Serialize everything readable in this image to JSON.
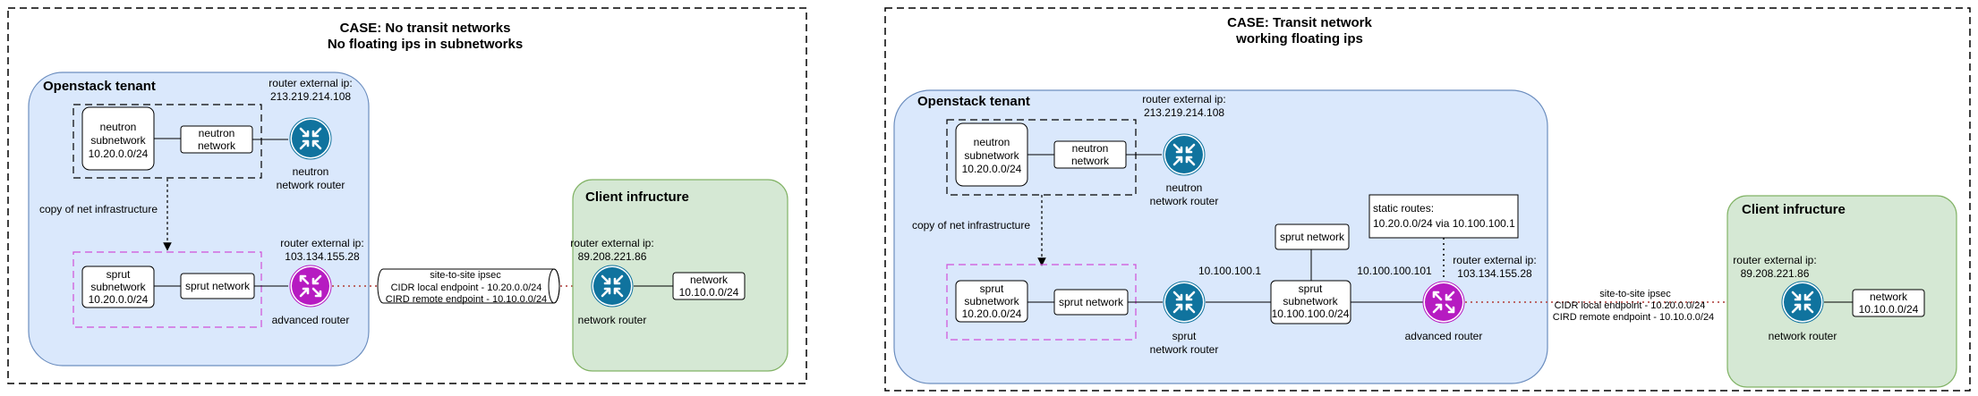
{
  "colors": {
    "tenant_fill": "#dae8fc",
    "tenant_stroke": "#6c8ebf",
    "client_fill": "#d5e8d4",
    "client_stroke": "#82b366",
    "router_blue": "#10739e",
    "router_purple": "#b61bc1",
    "purple_dash": "#d050d8",
    "link_red": "#b85450"
  },
  "left": {
    "case_title_1": "CASE: No transit networks",
    "case_title_2": "No floating ips in subnetworks",
    "tenant_title": "Openstack tenant",
    "neutron_router_ip_label": "router external ip:",
    "neutron_router_ip": "213.219.214.108",
    "neutron_subnetwork": [
      "neutron",
      "subnetwork",
      "10.20.0.0/24"
    ],
    "neutron_network": [
      "neutron",
      "network"
    ],
    "neutron_router_label": [
      "neutron",
      "network router"
    ],
    "copy_label": "copy of net infrastructure",
    "adv_router_ip_label": "router external ip:",
    "adv_router_ip": "103.134.155.28",
    "sprut_subnetwork": [
      "sprut",
      "subnetwork",
      "10.20.0.0/24"
    ],
    "sprut_network": "sprut network",
    "adv_router_label": "advanced router",
    "ipsec_title": "site-to-site ipsec",
    "ipsec_local": "CIDR local endpoint - 10.20.0.0/24",
    "ipsec_remote": "CIRD remote endpoint - 10.10.0.0/24",
    "client_title": "Client infructure",
    "client_router_ip_label": "router external ip:",
    "client_router_ip": "89.208.221.86",
    "client_network": [
      "network",
      "10.10.0.0/24"
    ],
    "client_router_label": "network router"
  },
  "right": {
    "case_title_1": "CASE: Transit network",
    "case_title_2": "working floating ips",
    "tenant_title": "Openstack tenant",
    "neutron_router_ip_label": "router external ip:",
    "neutron_router_ip": "213.219.214.108",
    "neutron_subnetwork": [
      "neutron",
      "subnetwork",
      "10.20.0.0/24"
    ],
    "neutron_network": [
      "neutron",
      "network"
    ],
    "neutron_router_label": [
      "neutron",
      "network router"
    ],
    "copy_label": "copy of net infrastructure",
    "sprut_subnetwork": [
      "sprut",
      "subnetwork",
      "10.20.0.0/24"
    ],
    "sprut_network": "sprut network",
    "sprut_router_ip": "10.100.100.1",
    "sprut_router_label": [
      "sprut",
      "network router"
    ],
    "sprut_network_top": "sprut network",
    "transit_subnetwork": [
      "sprut",
      "subnetwork",
      "10.100.100.0/24"
    ],
    "static_routes_title": "static routes:",
    "static_routes_value": "10.20.0.0/24 via 10.100.100.1",
    "adv_router_ip_label": "router external ip:",
    "adv_router_ip": "103.134.155.28",
    "adv_router_internal_ip": "10.100.100.101",
    "adv_router_label": "advanced router",
    "ipsec_title": "site-to-site ipsec",
    "ipsec_local": "CIDR local endpoint - 10.20.0.0/24",
    "ipsec_remote": "CIRD remote endpoint - 10.10.0.0/24",
    "client_title": "Client infructure",
    "client_router_ip_label": "router external ip:",
    "client_router_ip": "89.208.221.86",
    "client_network": [
      "network",
      "10.10.0.0/24"
    ],
    "client_router_label": "network router"
  }
}
